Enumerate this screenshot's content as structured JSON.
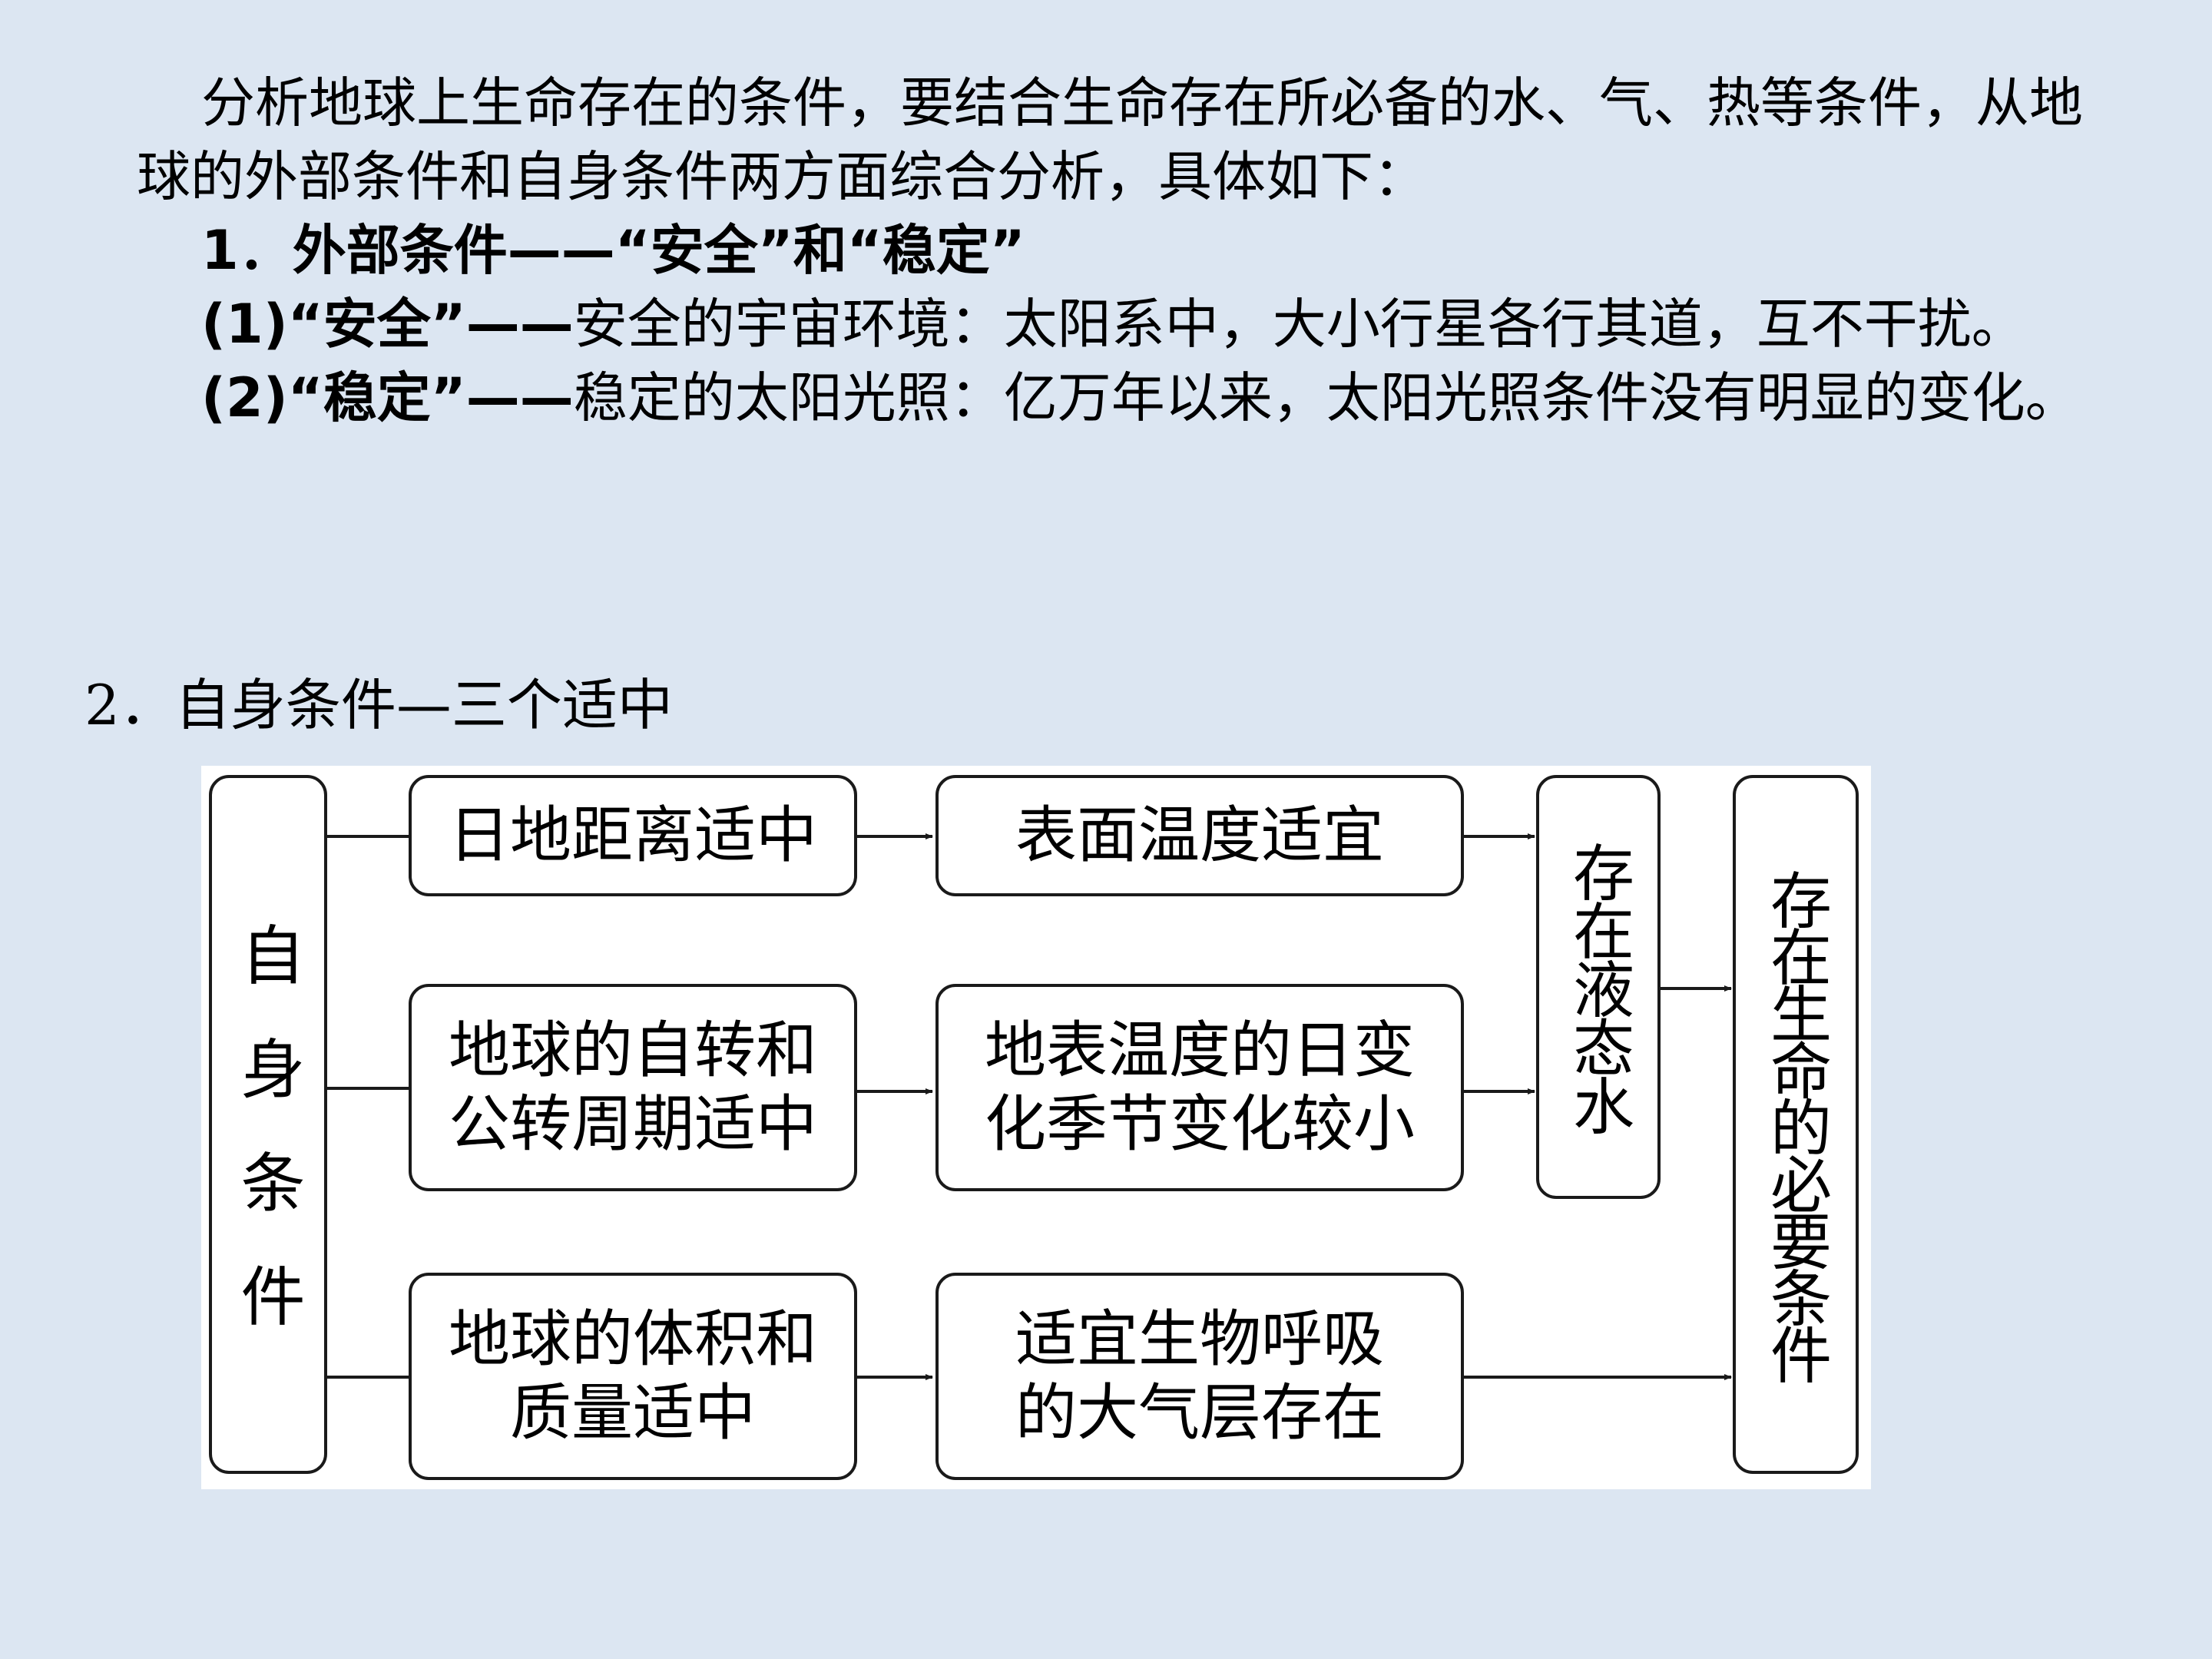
{
  "intro": {
    "p1": "分析地球上生命存在的条件，要结合生命存在所必备的水、气、热等条件，从地球的外部条件和自身条件两方面综合分析，具体如下：",
    "h1": "1．外部条件——“安全”和“稳定”",
    "item1_label": "(1)“安全”——",
    "item1_text": "安全的宇宙环境：太阳系中，大小行星各行其道，互不干扰。",
    "item2_label": "(2)“稳定”——",
    "item2_text": "稳定的太阳光照：亿万年以来，太阳光照条件没有明显的变化。"
  },
  "section2": {
    "num": "2．",
    "title": "自身条件—三个适中"
  },
  "diagram": {
    "source": "自身条件",
    "causes": [
      "日地距离适中",
      "地球的自转和\n公转周期适中",
      "地球的体积和\n质量适中"
    ],
    "effects": [
      "表面温度适宜",
      "地表温度的日变\n化季节变化较小",
      "适宜生物呼吸\n的大气层存在"
    ],
    "water": "存在液态水",
    "result": "存在生命的必要条件",
    "line_color": "#1a1a1a"
  }
}
